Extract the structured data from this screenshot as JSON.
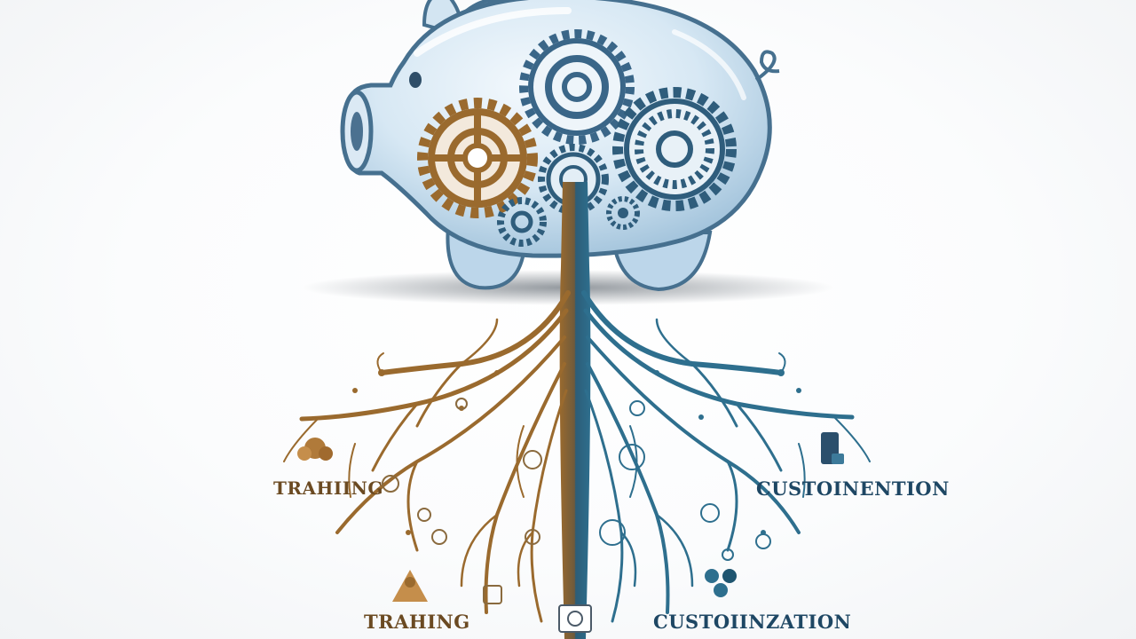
{
  "labels": {
    "left_upper": "TRAHIING",
    "right_upper": "CUSTOINENTION",
    "left_lower": "TRAHING",
    "right_lower": "CUSTOIINZATION"
  },
  "colors": {
    "brown": "#9a6a2e",
    "teal": "#2e6f8e",
    "navy": "#1f3f5a",
    "glass": "#cfe2f1",
    "outline": "#46708f"
  },
  "icons": [
    "piggy-bank-icon",
    "gear-icon",
    "root-icon",
    "plant-icon",
    "document-icon"
  ]
}
